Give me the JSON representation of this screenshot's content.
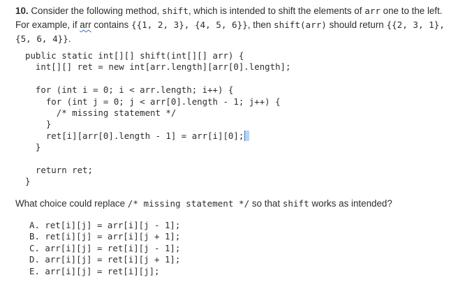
{
  "question": {
    "number": "10.",
    "intro_part1": " Consider the following method, ",
    "method_name": "shift",
    "intro_part2": ", which is intended to shift the elements of ",
    "arr_ref1": "arr",
    "intro_part3": " one to the left. For example, if ",
    "arr_ref2": "arr",
    "intro_part4": " contains ",
    "example_input": "{{1, 2, 3}, {4, 5, 6}}",
    "intro_part5": ", then ",
    "example_call": "shift(arr)",
    "intro_part6": " should return ",
    "example_output": "{{2, 3, 1}, {5, 6, 4}}",
    "intro_part7": "."
  },
  "code": {
    "lines": [
      "public static int[][] shift(int[][] arr) {",
      "  int[][] ret = new int[arr.length][arr[0].length];",
      "",
      "  for (int i = 0; i < arr.length; i++) {",
      "    for (int j = 0; j < arr[0].length - 1; j++) {",
      "      /* missing statement */",
      "    }",
      "    ret[i][arr[0].length - 1] = arr[i][0];",
      "  }",
      "",
      "  return ret;",
      "}"
    ]
  },
  "prompt": {
    "part1": "What choice could replace ",
    "missing": "/* missing statement */",
    "part2": " so that ",
    "method": "shift",
    "part3": " works as intended?"
  },
  "choices": [
    "A. ret[i][j] = arr[i][j - 1];",
    "B. ret[i][j] = arr[i][j + 1];",
    "C. arr[i][j] = ret[i][j - 1];",
    "D. arr[i][j] = ret[i][j + 1];",
    "E. arr[i][j] = ret[i][j];"
  ]
}
